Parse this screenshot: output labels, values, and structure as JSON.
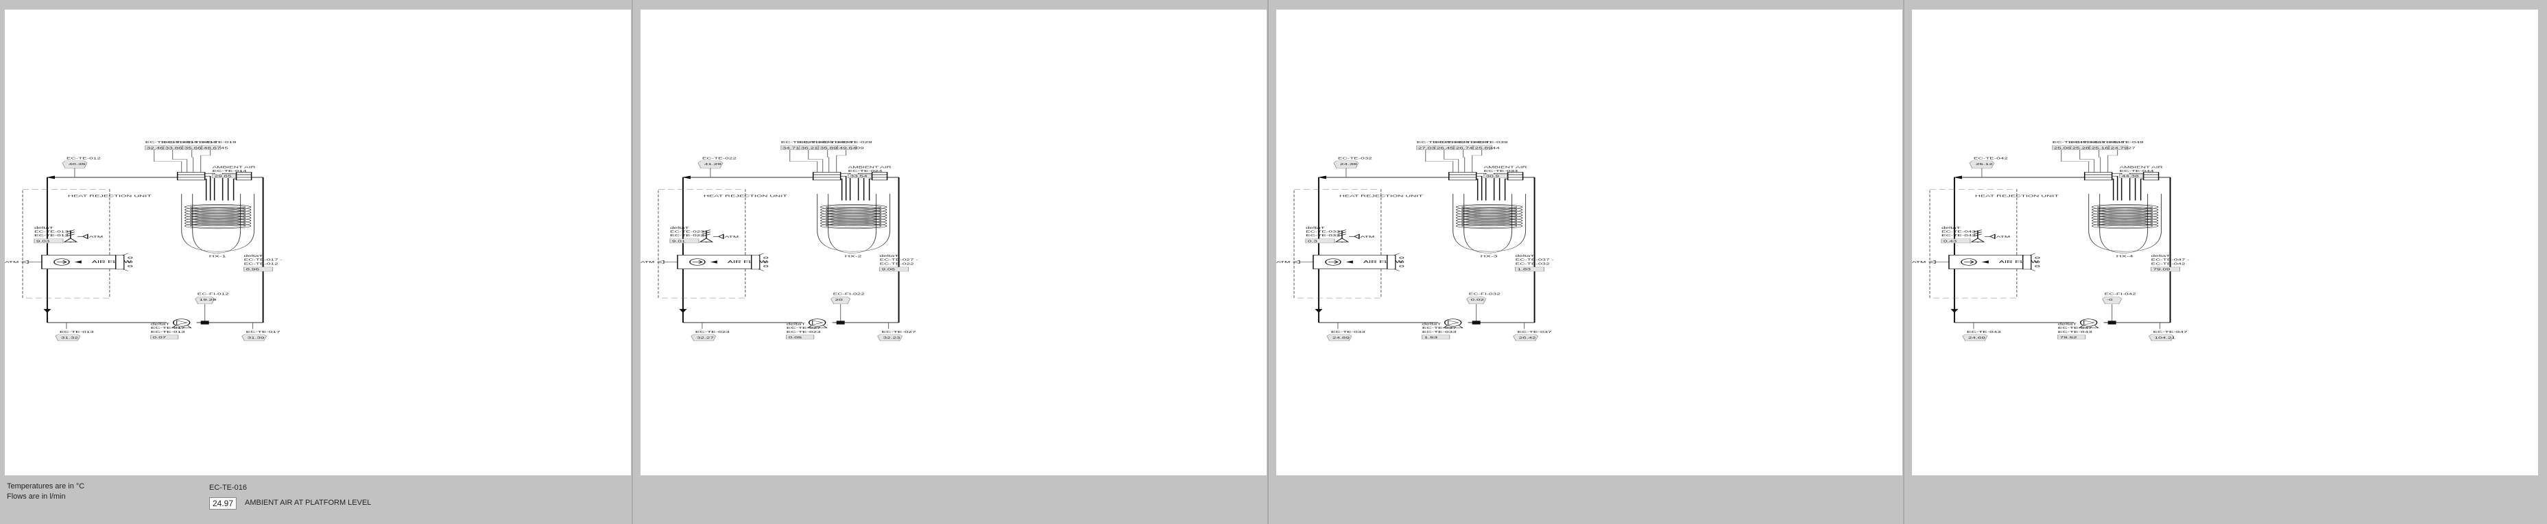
{
  "footer": {
    "units_temperature": "Temperatures are in °C",
    "units_flow": "Flows are in l/min",
    "ambient_tag": "EC-TE-016",
    "ambient_value": "24.97",
    "ambient_label": "AMBIENT AIR AT PLATFORM LEVEL"
  },
  "common": {
    "atm": "ATM",
    "air_flow": "AIR FLOW",
    "heat_rejection_unit": "HEAT REJECTION UNIT",
    "ambient_air": "AMBIENT AIR",
    "delta_t": "deltaT"
  },
  "panels": [
    {
      "hx_label": "HX-1",
      "top_tags": [
        "EC-TE-010",
        "EC-TE-015",
        "EC-TE-018",
        "EC-TE-019"
      ],
      "top_values": [
        "32.46",
        "33.86",
        "35.6637",
        "48.6745"
      ],
      "supply_tag": "EC-TE-012",
      "supply_value": "40.35",
      "ambient_tag": "EC-TE-014",
      "ambient_value": "29.65",
      "left_delta_line1": "EC-TE-013 -",
      "left_delta_line2": "EC-TE-012",
      "left_delta_value": "9.03",
      "right_delta_line1": "EC-TE-017 -",
      "right_delta_line2": "EC-TE-012",
      "right_delta_value": "8.96",
      "flow_tag": "EC-FI-012",
      "flow_value": "19.29",
      "bottom_delta_line1": "EC-TE-017 -",
      "bottom_delta_line2": "EC-TE-013",
      "bottom_delta_value": "0.07",
      "return_tag": "EC-TE-013",
      "return_value": "31.32",
      "out_tag": "EC-TE-017",
      "out_value": "31.39"
    },
    {
      "hx_label": "HX-2",
      "top_tags": [
        "EC-TE-020",
        "EC-TE-025",
        "EC-TE-028",
        "EC-TE-029"
      ],
      "top_values": [
        "34.7184",
        "36.21",
        "35.8988",
        "49.6409"
      ],
      "supply_tag": "EC-TE-022",
      "supply_value": "41.29",
      "ambient_tag": "EC-TE-024",
      "ambient_value": "33.54",
      "left_delta_line1": "EC-TE-023 -",
      "left_delta_line2": "EC-TE-022",
      "left_delta_value": "9.01",
      "right_delta_line1": "EC-TE-027 -",
      "right_delta_line2": "EC-TE-022",
      "right_delta_value": "9.06",
      "flow_tag": "EC-FI-022",
      "flow_value": "20",
      "bottom_delta_line1": "EC-TE-027 -",
      "bottom_delta_line2": "EC-TE-023",
      "bottom_delta_value": "0.05",
      "return_tag": "EC-TE-023",
      "return_value": "32.27",
      "out_tag": "EC-TE-027",
      "out_value": "32.23"
    },
    {
      "hx_label": "HX-3",
      "top_tags": [
        "EC-TE-030",
        "EC-TE-035",
        "EC-TE-038",
        "EC-TE-039"
      ],
      "top_values": [
        "27.0374",
        "26.45",
        "26.7474",
        "25.8944"
      ],
      "supply_tag": "EC-TE-032",
      "supply_value": "24.38",
      "ambient_tag": "EC-TE-034",
      "ambient_value": "30.9",
      "left_delta_line1": "EC-TE-033 -",
      "left_delta_line2": "EC-TE-032",
      "left_delta_value": "0.3",
      "right_delta_line1": "EC-TE-037 -",
      "right_delta_line2": "EC-TE-032",
      "right_delta_value": "1.83",
      "flow_tag": "EC-FI-032",
      "flow_value": "0.02",
      "bottom_delta_line1": "EC-TE-037 -",
      "bottom_delta_line2": "EC-TE-033",
      "bottom_delta_value": "1.53",
      "return_tag": "EC-TE-033",
      "return_value": "24.89",
      "out_tag": "EC-TE-037",
      "out_value": "26.42"
    },
    {
      "hx_label": "HX-4",
      "top_tags": [
        "EC-TE-040",
        "EC-TE-045",
        "EC-TE-048",
        "EC-TE-049"
      ],
      "top_values": [
        "25.0618",
        "25.28",
        "25.1631",
        "24.7927"
      ],
      "supply_tag": "EC-TE-042",
      "supply_value": "25.12",
      "ambient_tag": "EC-TE-044",
      "ambient_value": "44.38",
      "left_delta_line1": "EC-TE-043 -",
      "left_delta_line2": "EC-TE-042",
      "left_delta_value": "0.43",
      "right_delta_line1": "EC-TE-047 -",
      "right_delta_line2": "EC-TE-042",
      "right_delta_value": "79.09",
      "flow_tag": "EC-FI-042",
      "flow_value": "-0",
      "bottom_delta_line1": "EC-TE-047 -",
      "bottom_delta_line2": "EC-TE-043",
      "bottom_delta_value": "79.52",
      "return_tag": "EC-TE-043",
      "return_value": "24.69",
      "out_tag": "EC-TE-047",
      "out_value": "104.21"
    }
  ]
}
